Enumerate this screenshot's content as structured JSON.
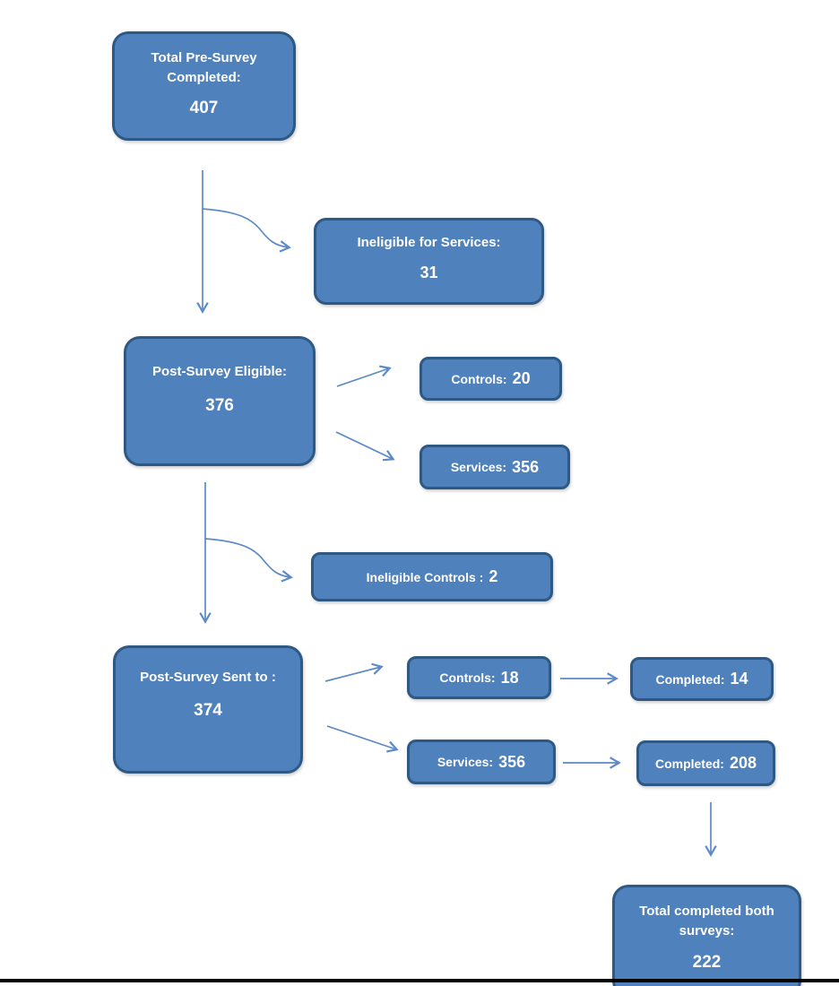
{
  "colors": {
    "box_fill": "#4f81bd",
    "box_border": "#2e5984",
    "line_color": "#5b8ac6",
    "rule_color": "#000000"
  },
  "nodes": {
    "pre_survey": {
      "label": "Total Pre-Survey Completed:",
      "value": "407"
    },
    "ineligible_services": {
      "label": "Ineligible for Services:",
      "value": "31"
    },
    "post_eligible": {
      "label": "Post-Survey Eligible:",
      "value": "376"
    },
    "controls_20": {
      "label": "Controls:",
      "value": "20"
    },
    "services_356a": {
      "label": "Services:",
      "value": "356"
    },
    "ineligible_controls": {
      "label": "Ineligible Controls :",
      "value": "2"
    },
    "post_sent": {
      "label": "Post-Survey Sent to :",
      "value": "374"
    },
    "controls_18": {
      "label": "Controls:",
      "value": "18"
    },
    "completed_14": {
      "label": "Completed:",
      "value": "14"
    },
    "services_356b": {
      "label": "Services:",
      "value": "356"
    },
    "completed_208": {
      "label": "Completed:",
      "value": "208"
    },
    "total_completed": {
      "label": "Total completed both surveys:",
      "value": "222"
    }
  }
}
